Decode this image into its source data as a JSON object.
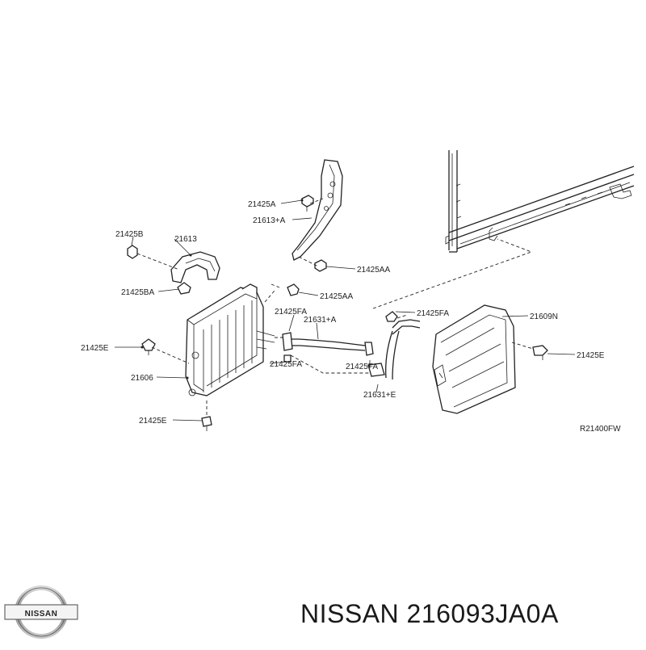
{
  "diagram": {
    "code": "R21400FW",
    "callouts": {
      "c_21425a": "21425A",
      "c_21613a": "21613+A",
      "c_21425aa_top": "21425AA",
      "c_21425b": "21425B",
      "c_21613": "21613",
      "c_21425ba": "21425BA",
      "c_21425aa_mid": "21425AA",
      "c_21425fa_top": "21425FA",
      "c_21631a": "21631+A",
      "c_21425fa_right": "21425FA",
      "c_21609n": "21609N",
      "c_21425e_left": "21425E",
      "c_21425e_right": "21425E",
      "c_21425fa_low": "21425FA",
      "c_21425fa_low2": "21425FA",
      "c_21606": "21606",
      "c_21631e": "21631+E",
      "c_21425e_bottom": "21425E"
    }
  },
  "brand": {
    "logo_text": "NISSAN",
    "caption": "NISSAN 216093JA0A"
  }
}
